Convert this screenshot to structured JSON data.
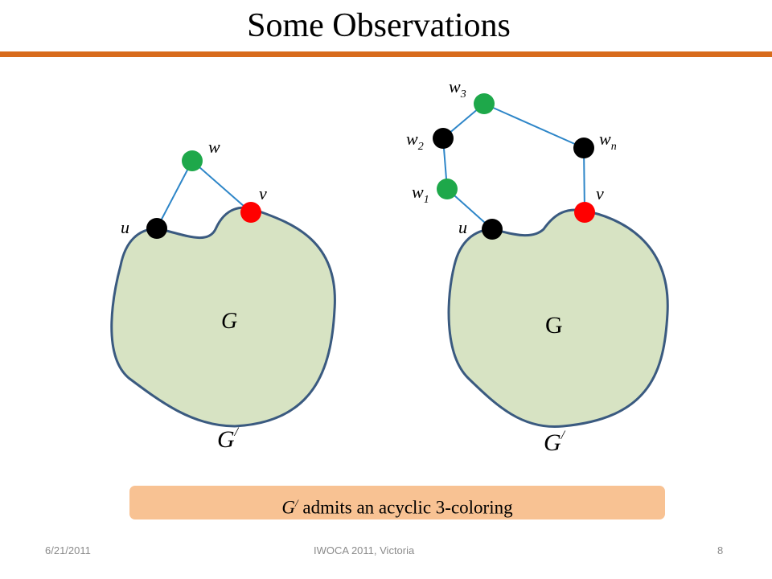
{
  "slide": {
    "title": "Some Observations",
    "footer_date": "6/21/2011",
    "footer_center": "IWOCA 2011, Victoria",
    "page_number": "8"
  },
  "left_figure": {
    "region_label": "G",
    "graph_label": "G",
    "graph_label_prime": "/",
    "vertices": {
      "w": {
        "label": "w",
        "color": "#1ea84a"
      },
      "u": {
        "label": "u",
        "color": "#000000"
      },
      "v": {
        "label": "v",
        "color": "#ff0000"
      }
    }
  },
  "right_figure": {
    "region_label": "G",
    "graph_label": "G",
    "graph_label_prime": "/",
    "vertices": {
      "w3": {
        "label": "w",
        "sub": "3",
        "color": "#1ea84a"
      },
      "w2": {
        "label": "w",
        "sub": "2",
        "color": "#000000"
      },
      "wn": {
        "label": "w",
        "sub": "n",
        "color": "#000000"
      },
      "w1": {
        "label": "w",
        "sub": "1",
        "color": "#1ea84a"
      },
      "u": {
        "label": "u",
        "color": "#000000"
      },
      "v": {
        "label": "v",
        "color": "#ff0000"
      }
    }
  },
  "callout": {
    "g": "G",
    "prime": "/",
    "text": " admits an acyclic 3-coloring"
  },
  "colors": {
    "region_fill": "#d7e3c3",
    "region_stroke": "#3a5a80",
    "edge": "#2e86c8",
    "accent_rule": "#d86b1c",
    "callout_fill": "#f8c293"
  }
}
